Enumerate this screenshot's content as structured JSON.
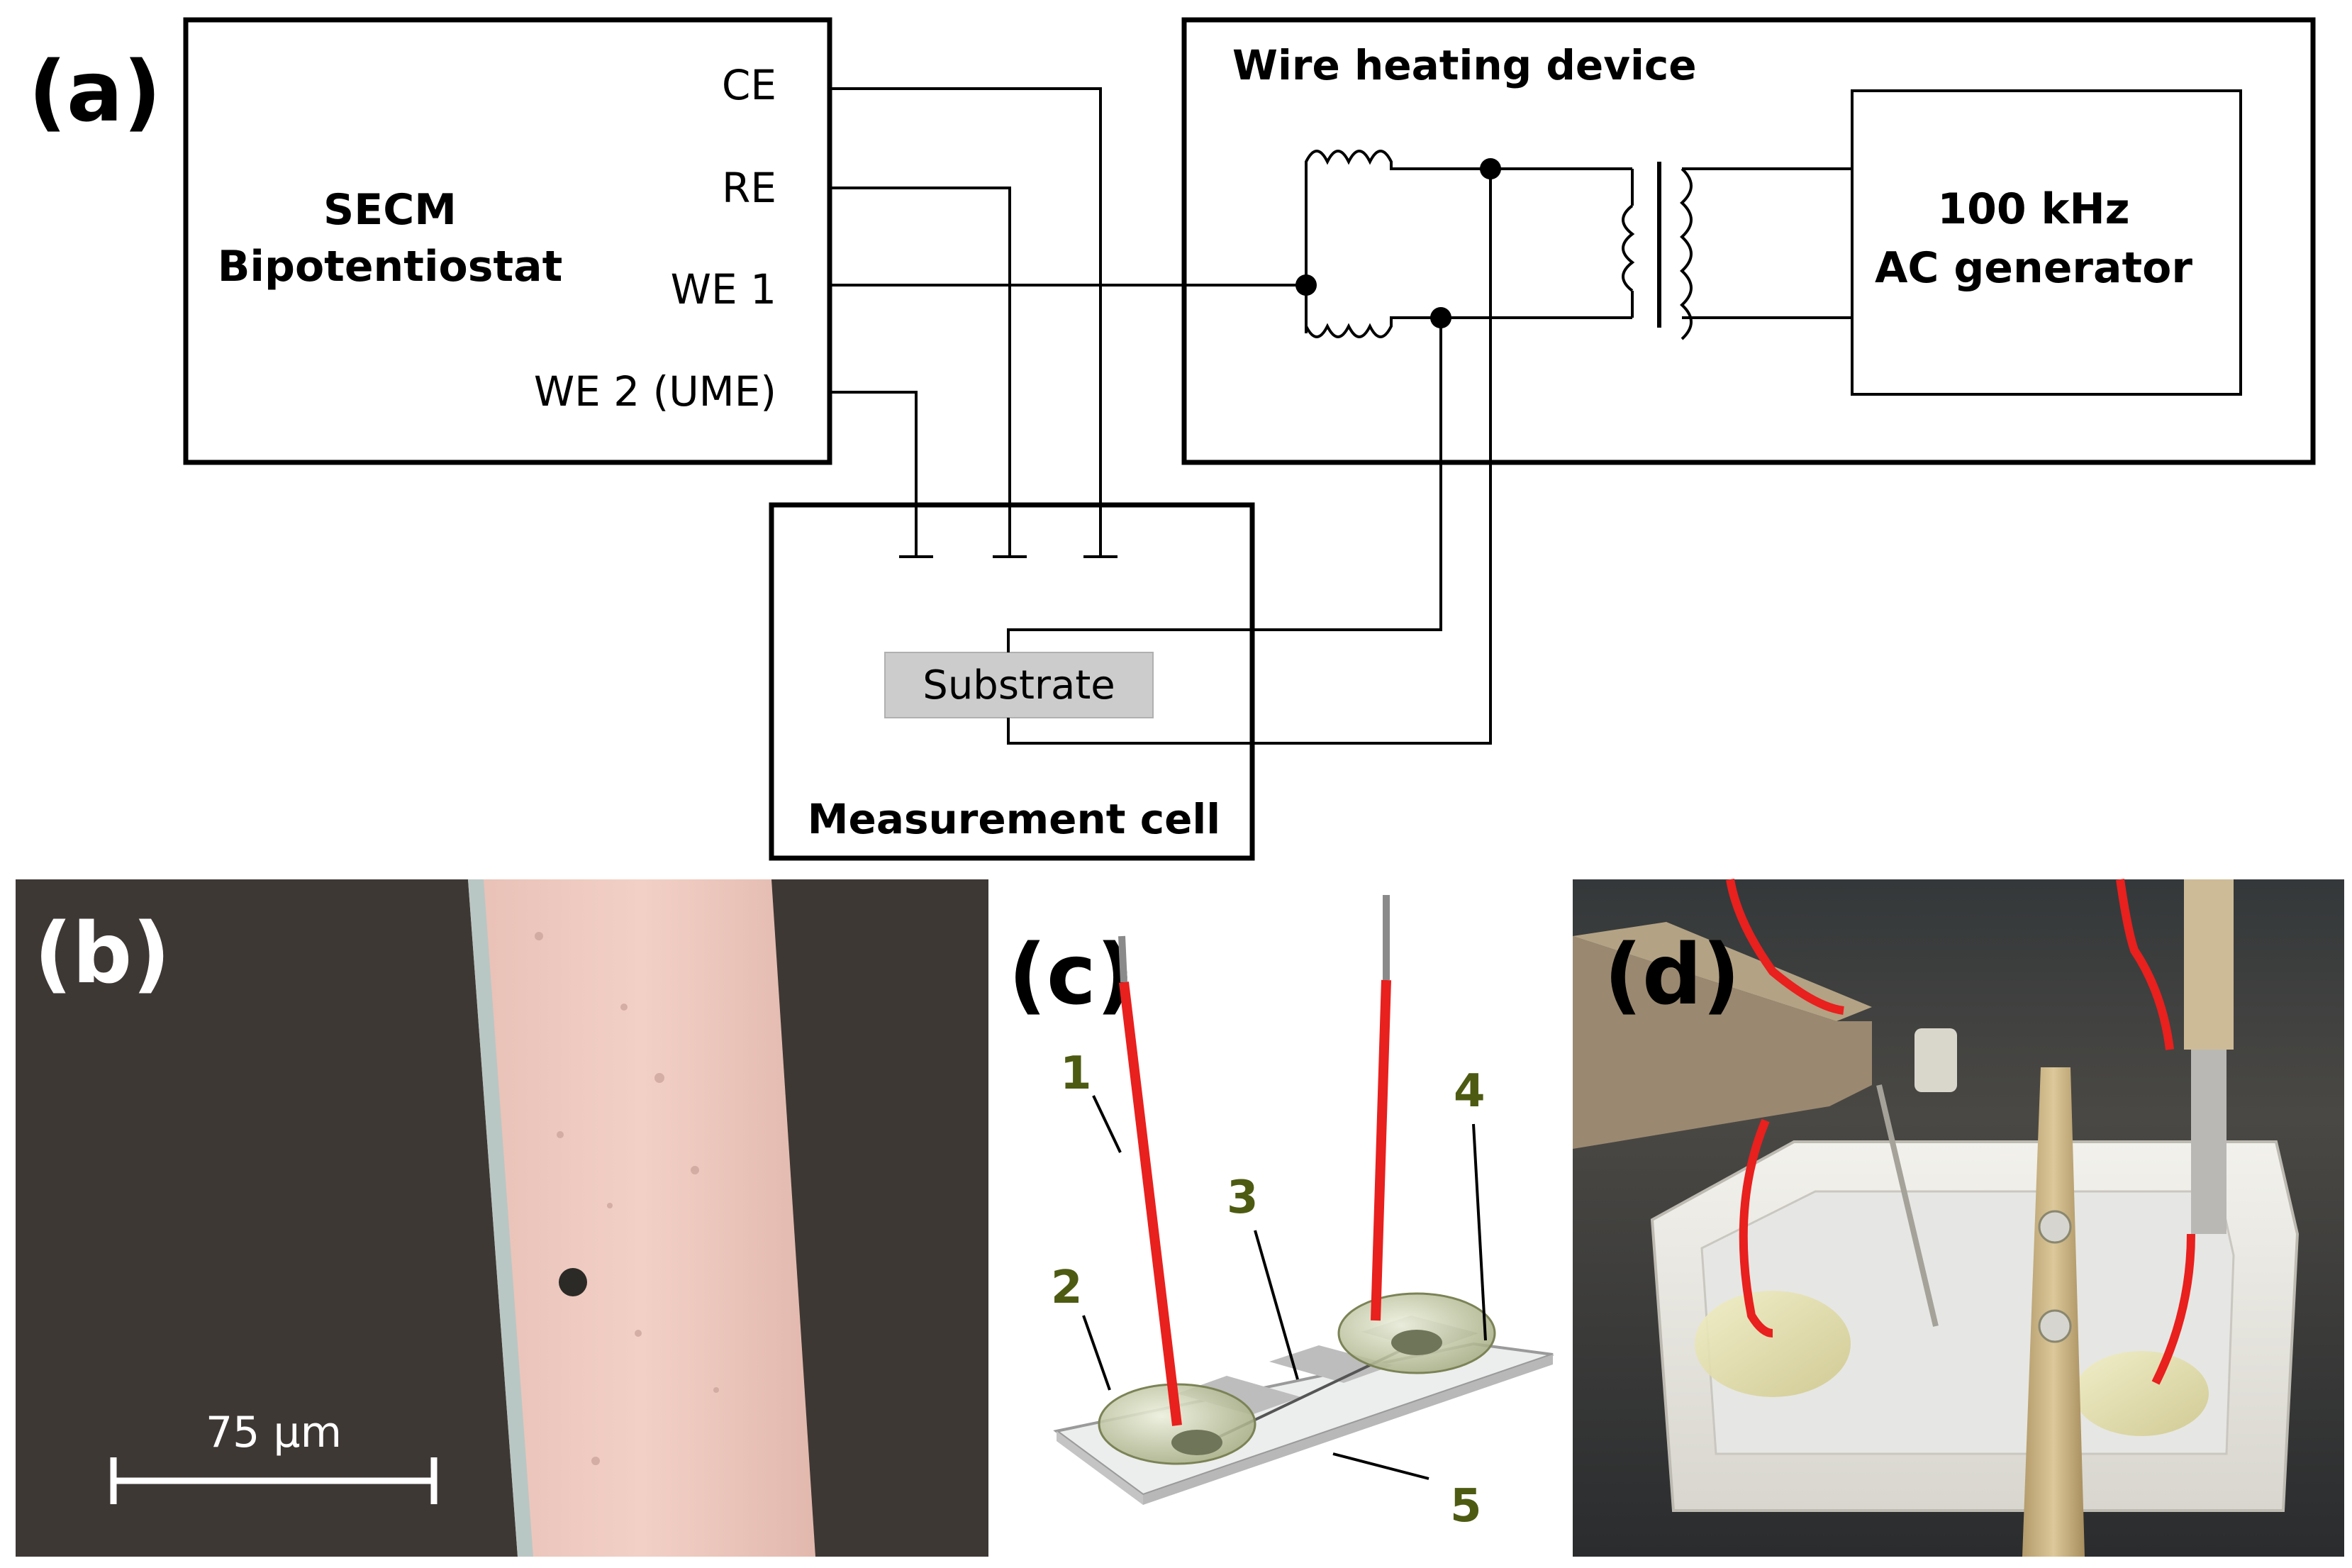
{
  "panels": {
    "a": {
      "label": "(a)",
      "bipotentiostat": {
        "title_line1": "SECM",
        "title_line2": "Bipotentiostat",
        "ports": {
          "ce": "CE",
          "re": "RE",
          "we1": "WE 1",
          "we2": "WE 2 (UME)"
        }
      },
      "heater": {
        "title": "Wire heating device",
        "generator_line1": "100 kHz",
        "generator_line2": "AC generator"
      },
      "cell": {
        "title": "Measurement cell",
        "substrate": "Substrate"
      }
    },
    "b": {
      "label": "(b)",
      "scale_bar": "75 µm"
    },
    "c": {
      "label": "(c)",
      "callouts": [
        "1",
        "2",
        "3",
        "4",
        "5"
      ]
    },
    "d": {
      "label": "(d)"
    }
  },
  "colors": {
    "wire_red": "#e8201e",
    "callout_text": "#4d5a12",
    "substrate_gray": "#cccccc"
  }
}
